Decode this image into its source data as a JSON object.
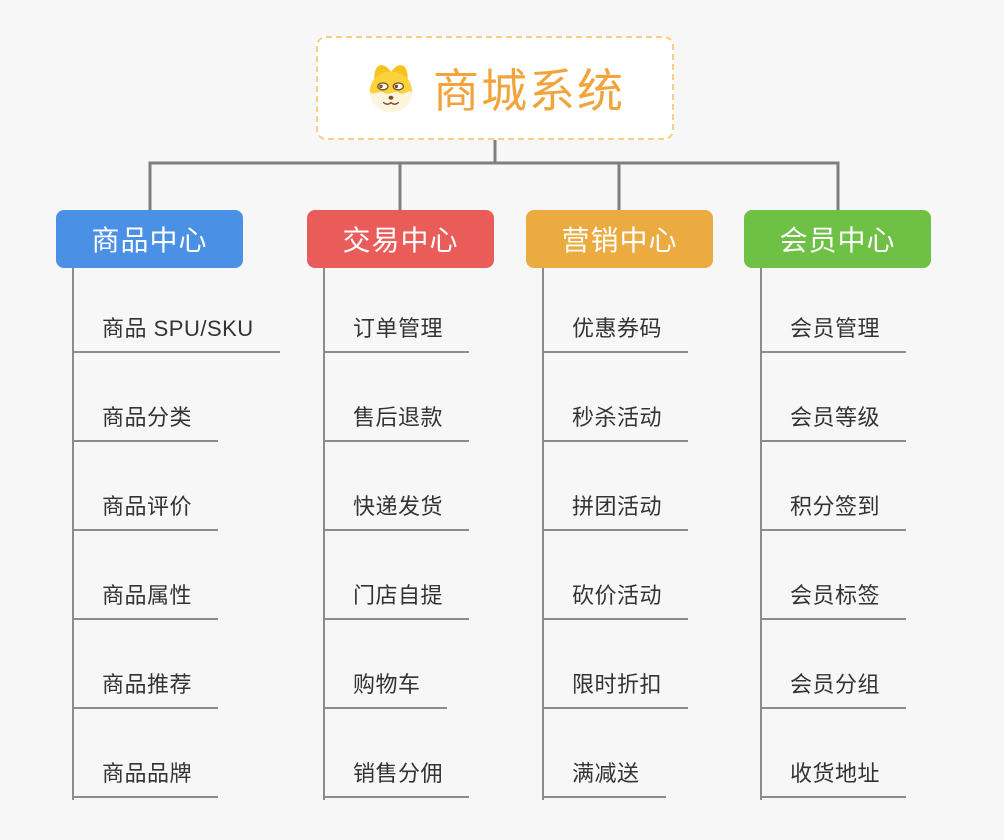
{
  "root": {
    "title": "商城系统",
    "icon": "doge-icon"
  },
  "colors": {
    "background": "#f7f7f7",
    "root_border": "#f8cd86",
    "root_title": "#f2a43c",
    "connector": "#7f7f7f",
    "item_line": "#8c8c8c",
    "item_text": "#333333"
  },
  "branches": [
    {
      "label": "商品中心",
      "color": "#4a90e5",
      "items": [
        "商品 SPU/SKU",
        "商品分类",
        "商品评价",
        "商品属性",
        "商品推荐",
        "商品品牌"
      ]
    },
    {
      "label": "交易中心",
      "color": "#e95c59",
      "items": [
        "订单管理",
        "售后退款",
        "快递发货",
        "门店自提",
        "购物车",
        "销售分佣"
      ]
    },
    {
      "label": "营销中心",
      "color": "#ebab41",
      "items": [
        "优惠券码",
        "秒杀活动",
        "拼团活动",
        "砍价活动",
        "限时折扣",
        "满减送"
      ]
    },
    {
      "label": "会员中心",
      "color": "#6ec145",
      "items": [
        "会员管理",
        "会员等级",
        "积分签到",
        "会员标签",
        "会员分组",
        "收货地址"
      ]
    }
  ]
}
